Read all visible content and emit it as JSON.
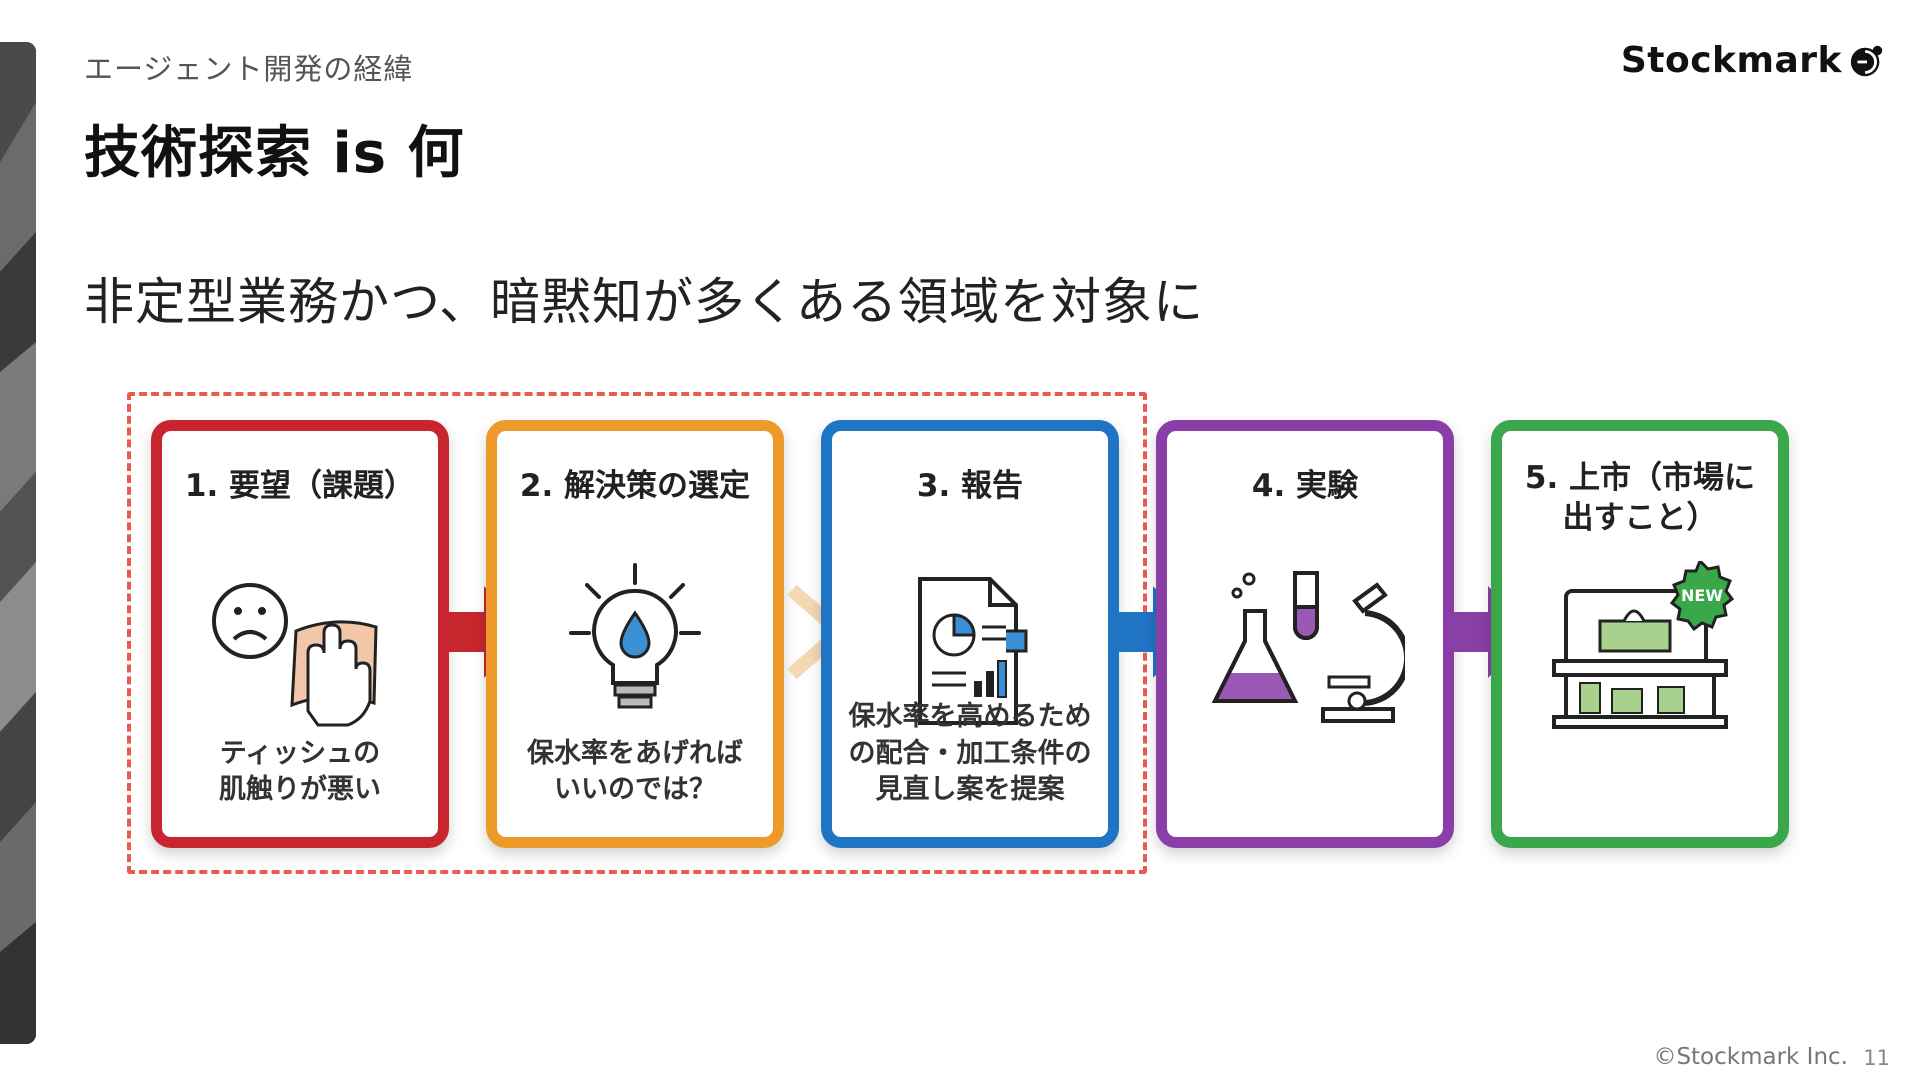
{
  "header": {
    "breadcrumb": "エージェント開発の経緯",
    "title": "技術探索 is 何",
    "logo_text": "Stockmark"
  },
  "lead": "非定型業務かつ、暗黙知が多くある領域を対象に",
  "flow": {
    "steps": [
      {
        "label": "1. 要望（課題）",
        "caption": "ティッシュの\n肌触りが悪い",
        "color": "#c8262f",
        "icon": "sad-face-tissue-icon"
      },
      {
        "label": "2. 解決策の選定",
        "caption": "保水率をあげれば\nいいのでは？",
        "color": "#ee9a2a",
        "icon": "lightbulb-drop-icon"
      },
      {
        "label": "3. 報告",
        "caption": "保水率を高めるため\nの配合・加工条件の\n見直し案を提案",
        "color": "#1f74c4",
        "icon": "report-document-icon"
      },
      {
        "label": "4. 実験",
        "caption": "",
        "color": "#8a3fa8",
        "icon": "lab-flask-microscope-icon"
      },
      {
        "label": "5. 上市（市場に\n出すこと）",
        "caption": "",
        "color": "#3aa84a",
        "icon": "new-product-shelf-icon"
      }
    ],
    "badge": "NEW",
    "highlight_color": "#ea5b4f"
  },
  "footer": {
    "copyright": "©Stockmark Inc.",
    "page_number": "11"
  }
}
